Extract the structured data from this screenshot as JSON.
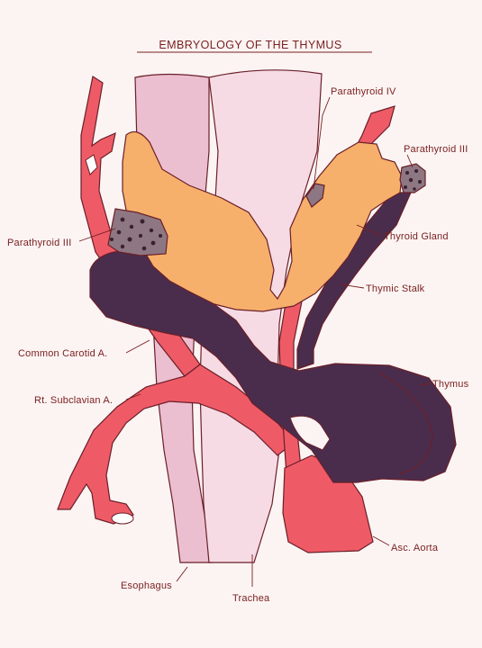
{
  "title": "EMBRYOLOGY OF THE THYMUS",
  "labels": {
    "parathyroid_iv": "Parathyroid IV",
    "parathyroid_iii_right": "Parathyroid III",
    "parathyroid_iii_left": "Parathyroid III",
    "thyroid_gland": "Thyroid Gland",
    "thymic_stalk": "Thymic Stalk",
    "common_carotid": "Common Carotid A.",
    "thymus": "Thymus",
    "rt_subclavian": "Rt. Subclavian A.",
    "asc_aorta": "Asc. Aorta",
    "esophagus": "Esophagus",
    "trachea": "Trachea"
  },
  "colors": {
    "background": "#fbf4f3",
    "artery": "#ee5b66",
    "thyroid": "#f6b06b",
    "thymus": "#4a2d4c",
    "parathyroid": "#8d7782",
    "esophagus": "#ecbfd0",
    "trachea": "#f6dbe4",
    "label_text": "#7a1f1f"
  }
}
